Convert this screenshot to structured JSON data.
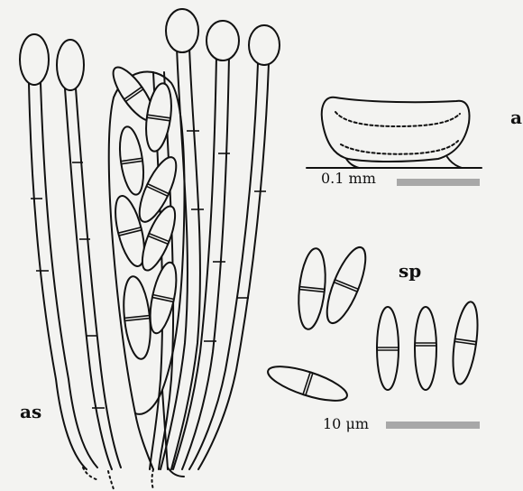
{
  "labels": {
    "ascomata": "a",
    "asci": "as",
    "spores": "sp"
  },
  "scales": {
    "ascomata_scale": "0.1 mm",
    "spore_scale": "10 μm"
  },
  "colors": {
    "ink": "#111111",
    "background": "#f3f3f1",
    "scale_bar": "#a8a8a8"
  }
}
